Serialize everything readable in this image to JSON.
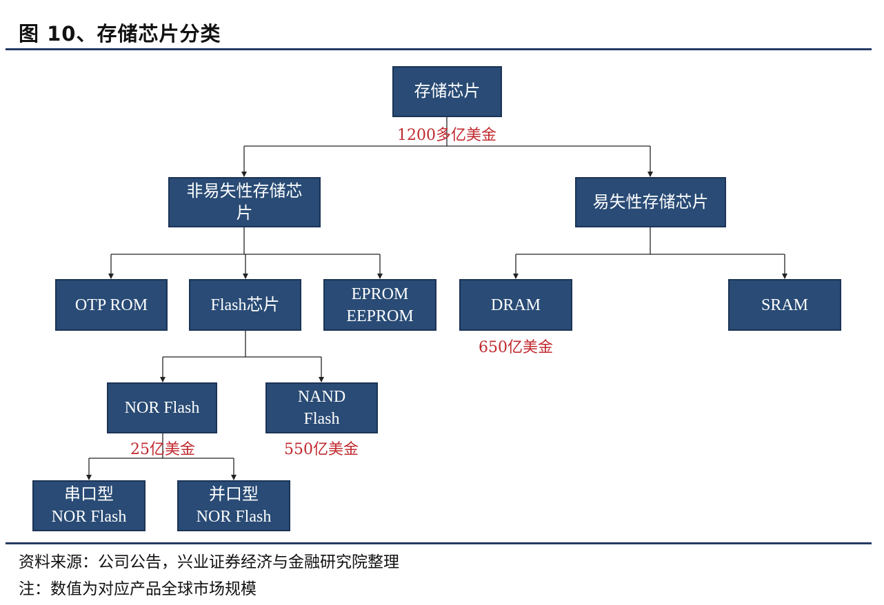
{
  "figure": {
    "title": "图 10、存储芯片分类"
  },
  "nodes": {
    "root": "存储芯片",
    "nonvolatile": "非易失性存储芯\n片",
    "volatile": "易失性存储芯片",
    "otp_rom": "OTP ROM",
    "flash": "Flash芯片",
    "eprom": "EPROM\nEEPROM",
    "dram": "DRAM",
    "sram": "SRAM",
    "nor_flash": "NOR Flash",
    "nand_flash": "NAND\nFlash",
    "serial_nor": "串口型\nNOR Flash",
    "parallel_nor": "并口型\nNOR Flash"
  },
  "values": {
    "root": "1200多亿美金",
    "dram": "650亿美金",
    "nor_flash": "25亿美金",
    "nand_flash": "550亿美金"
  },
  "footer": {
    "source": "资料来源：公司公告，兴业证券经济与金融研究院整理",
    "note": "注：数值为对应产品全球市场规模"
  },
  "colors": {
    "node_fill": "#294b75",
    "value_text": "#c0282d",
    "rule": "#243a63"
  }
}
